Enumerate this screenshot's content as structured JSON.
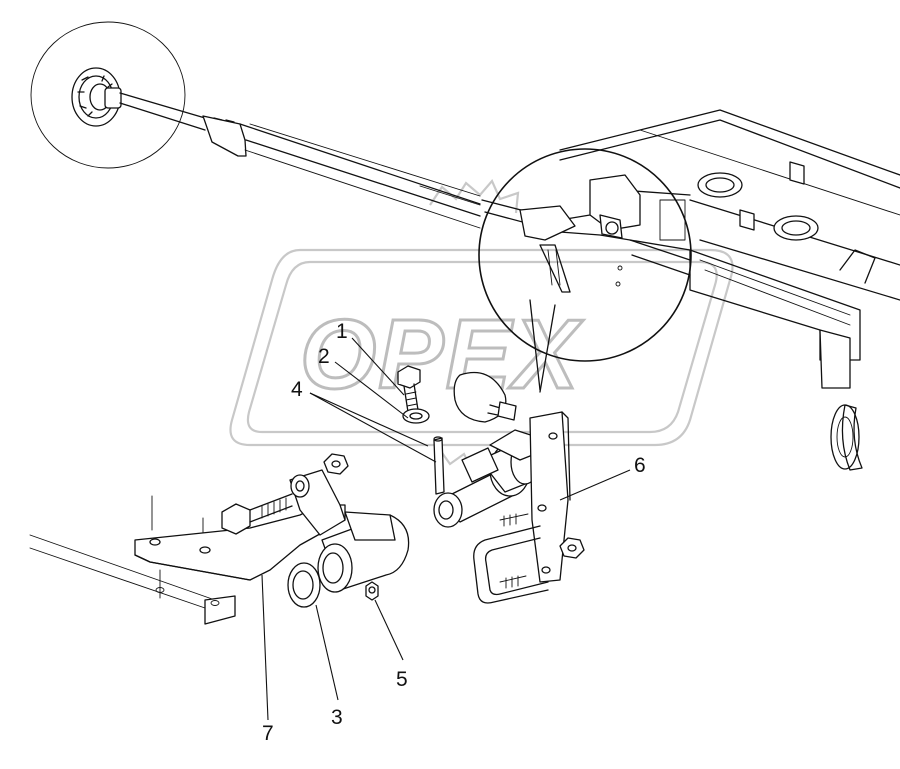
{
  "diagram": {
    "watermark_text": "OPEX",
    "callouts": [
      {
        "id": "c1",
        "label": "1"
      },
      {
        "id": "c2",
        "label": "2"
      },
      {
        "id": "c3",
        "label": "3"
      },
      {
        "id": "c4",
        "label": "4"
      },
      {
        "id": "c5",
        "label": "5"
      },
      {
        "id": "c6",
        "label": "6"
      },
      {
        "id": "c7",
        "label": "7"
      }
    ]
  }
}
